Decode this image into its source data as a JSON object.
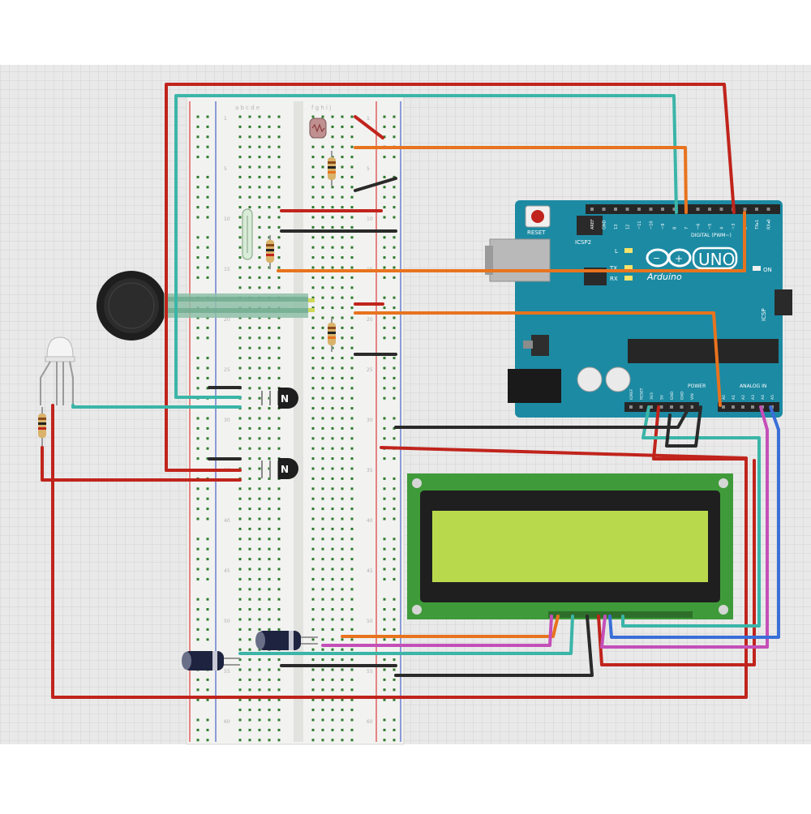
{
  "diagram": {
    "background": "#e9e9e9",
    "colors": {
      "red_wire": "#c0241c",
      "teal_wire": "#3ab5a8",
      "orange_wire": "#e8731e",
      "black_wire": "#2a2a2a",
      "pink_wire": "#c44fb8",
      "blue_wire": "#3a6fd8",
      "board": "#1c8aa3",
      "lcd_pcb": "#3f9b3a",
      "lcd_screen": "#b9d94c"
    }
  },
  "breadboard": {
    "column_letters_left": "a b c d e",
    "column_letters_right": "f g h i j",
    "row_numbers": [
      "1",
      "5",
      "10",
      "15",
      "20",
      "25",
      "30",
      "35",
      "40",
      "45",
      "50",
      "55",
      "60"
    ]
  },
  "arduino": {
    "reset_label": "RESET",
    "icsp2_label": "ICSP2",
    "digital_label": "DIGITAL (PWM~)",
    "digital_pins": [
      "AREF",
      "GND",
      "13",
      "12",
      "~11",
      "~10",
      "~9",
      "8",
      "7",
      "~6",
      "~5",
      "4",
      "~3",
      "2",
      "TX▸1",
      "RX◂0"
    ],
    "l_label": "L",
    "tx_label": "TX",
    "rx_label": "RX",
    "brand": "Arduino",
    "model": "UNO",
    "on_label": "ON",
    "icsp_label": "ICSP",
    "power_label": "POWER",
    "analog_label": "ANALOG IN",
    "power_pins": [
      "IOREF",
      "RESET",
      "3V3",
      "5V",
      "GND",
      "GND",
      "VIN"
    ],
    "analog_pins": [
      "A0",
      "A1",
      "A2",
      "A3",
      "A4",
      "A5"
    ]
  },
  "transistors": [
    {
      "label": "N"
    },
    {
      "label": "N"
    }
  ]
}
